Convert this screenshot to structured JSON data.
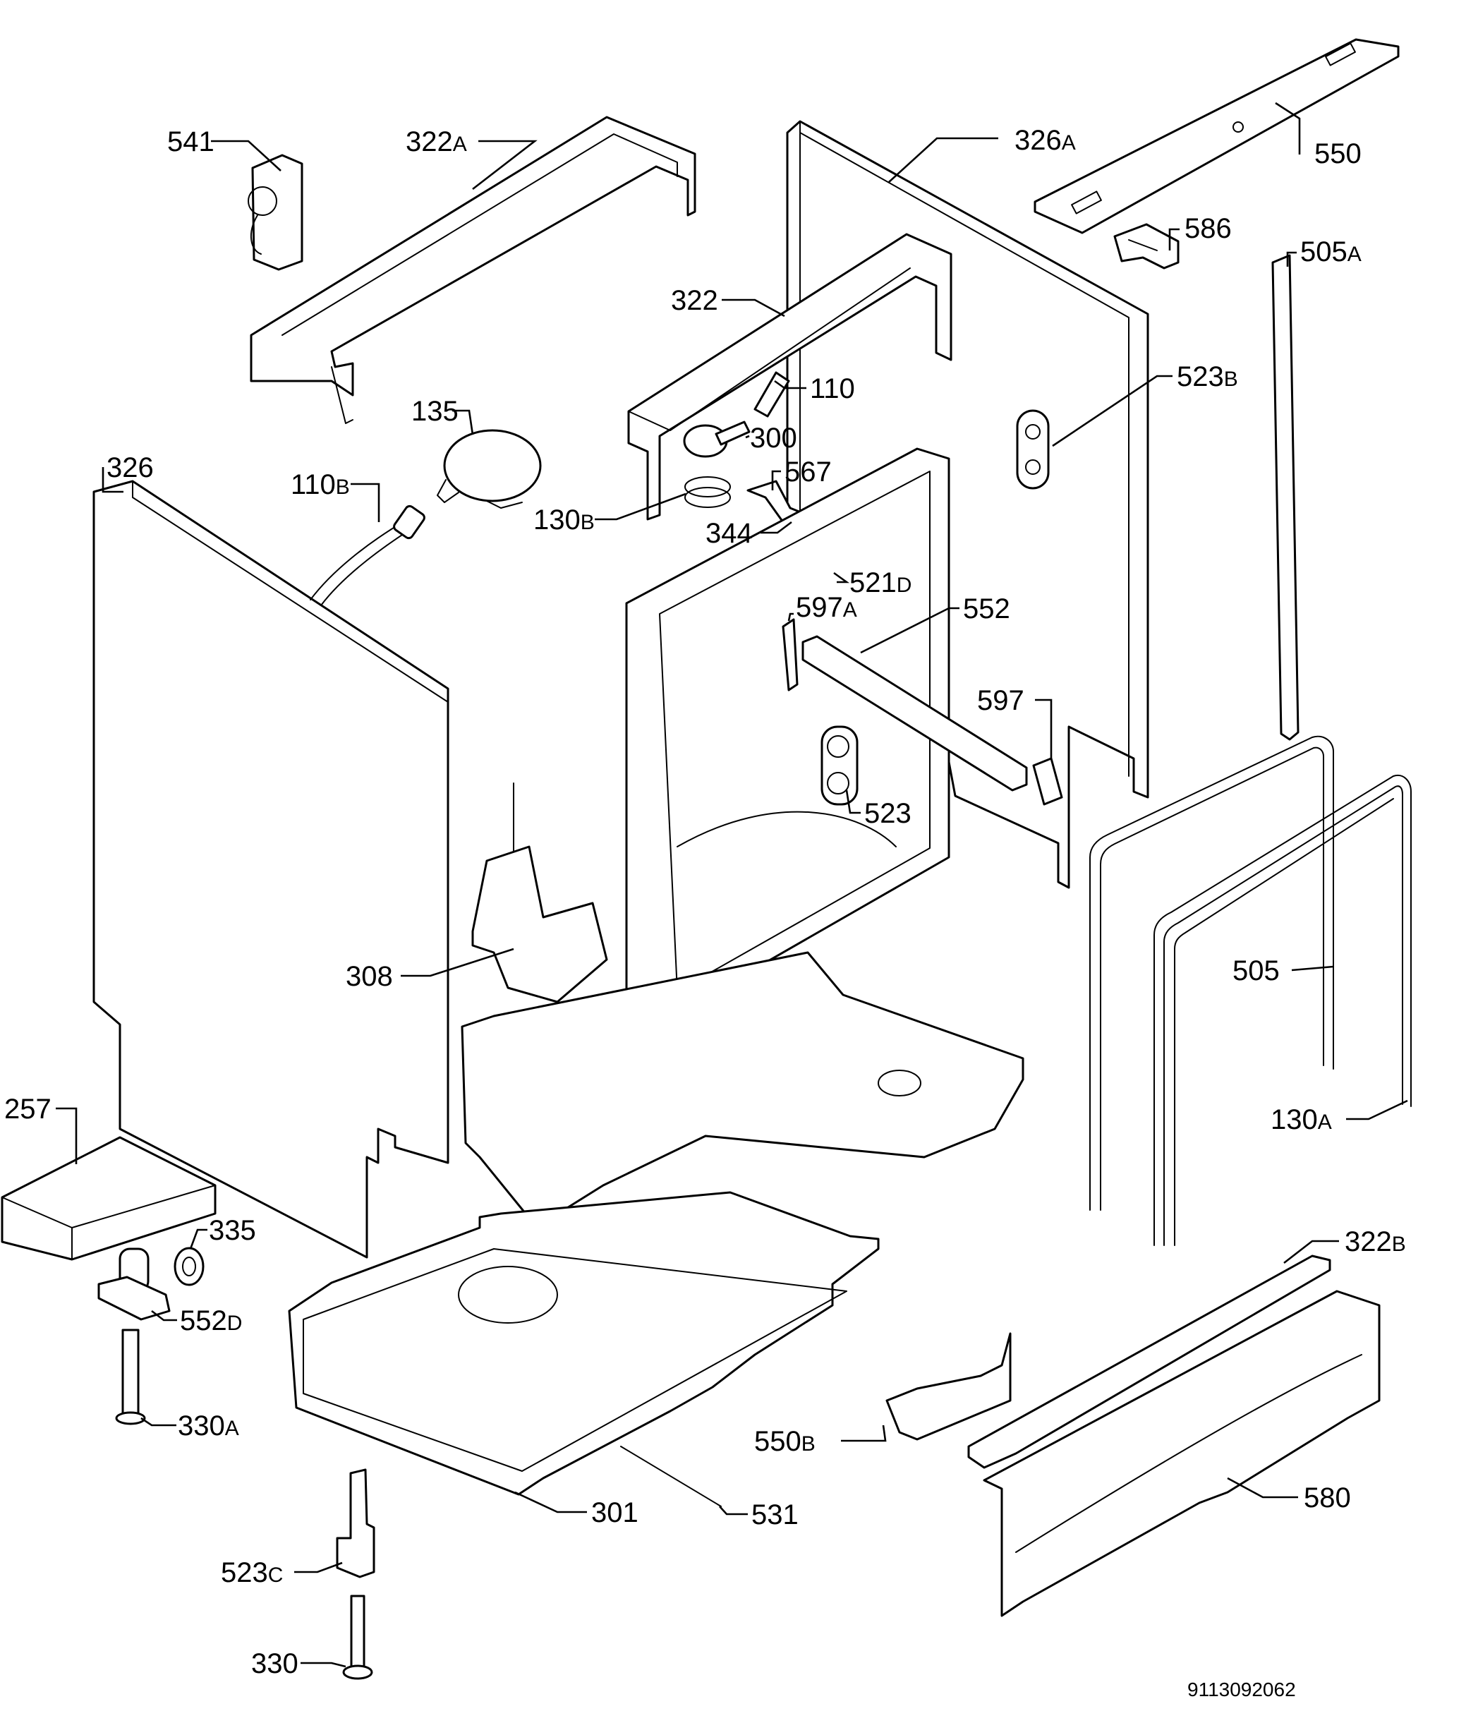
{
  "labels": [
    {
      "id": "541",
      "num": "541",
      "suffix": ""
    },
    {
      "id": "322a",
      "num": "322",
      "suffix": "A"
    },
    {
      "id": "326a",
      "num": "326",
      "suffix": "A"
    },
    {
      "id": "550",
      "num": "550",
      "suffix": ""
    },
    {
      "id": "586",
      "num": "586",
      "suffix": ""
    },
    {
      "id": "505a",
      "num": "505",
      "suffix": "A"
    },
    {
      "id": "322",
      "num": "322",
      "suffix": ""
    },
    {
      "id": "110",
      "num": "110",
      "suffix": ""
    },
    {
      "id": "523b",
      "num": "523",
      "suffix": "B"
    },
    {
      "id": "135",
      "num": "135",
      "suffix": ""
    },
    {
      "id": "300",
      "num": "300",
      "suffix": ""
    },
    {
      "id": "326",
      "num": "326",
      "suffix": ""
    },
    {
      "id": "110b",
      "num": "110",
      "suffix": "B"
    },
    {
      "id": "567",
      "num": "567",
      "suffix": ""
    },
    {
      "id": "130b",
      "num": "130",
      "suffix": "B"
    },
    {
      "id": "344",
      "num": "344",
      "suffix": ""
    },
    {
      "id": "521d",
      "num": "521",
      "suffix": "D"
    },
    {
      "id": "597a",
      "num": "597",
      "suffix": "A"
    },
    {
      "id": "552",
      "num": "552",
      "suffix": ""
    },
    {
      "id": "597",
      "num": "597",
      "suffix": ""
    },
    {
      "id": "523",
      "num": "523",
      "suffix": ""
    },
    {
      "id": "308",
      "num": "308",
      "suffix": ""
    },
    {
      "id": "505",
      "num": "505",
      "suffix": ""
    },
    {
      "id": "257",
      "num": "257",
      "suffix": ""
    },
    {
      "id": "130a",
      "num": "130",
      "suffix": "A"
    },
    {
      "id": "335",
      "num": "335",
      "suffix": ""
    },
    {
      "id": "552d",
      "num": "552",
      "suffix": "D"
    },
    {
      "id": "322b",
      "num": "322",
      "suffix": "B"
    },
    {
      "id": "330a",
      "num": "330",
      "suffix": "A"
    },
    {
      "id": "550b",
      "num": "550",
      "suffix": "B"
    },
    {
      "id": "580",
      "num": "580",
      "suffix": ""
    },
    {
      "id": "301",
      "num": "301",
      "suffix": ""
    },
    {
      "id": "531",
      "num": "531",
      "suffix": ""
    },
    {
      "id": "523c",
      "num": "523",
      "suffix": "C"
    },
    {
      "id": "330",
      "num": "330",
      "suffix": ""
    }
  ],
  "drawing_code": "9113092062"
}
